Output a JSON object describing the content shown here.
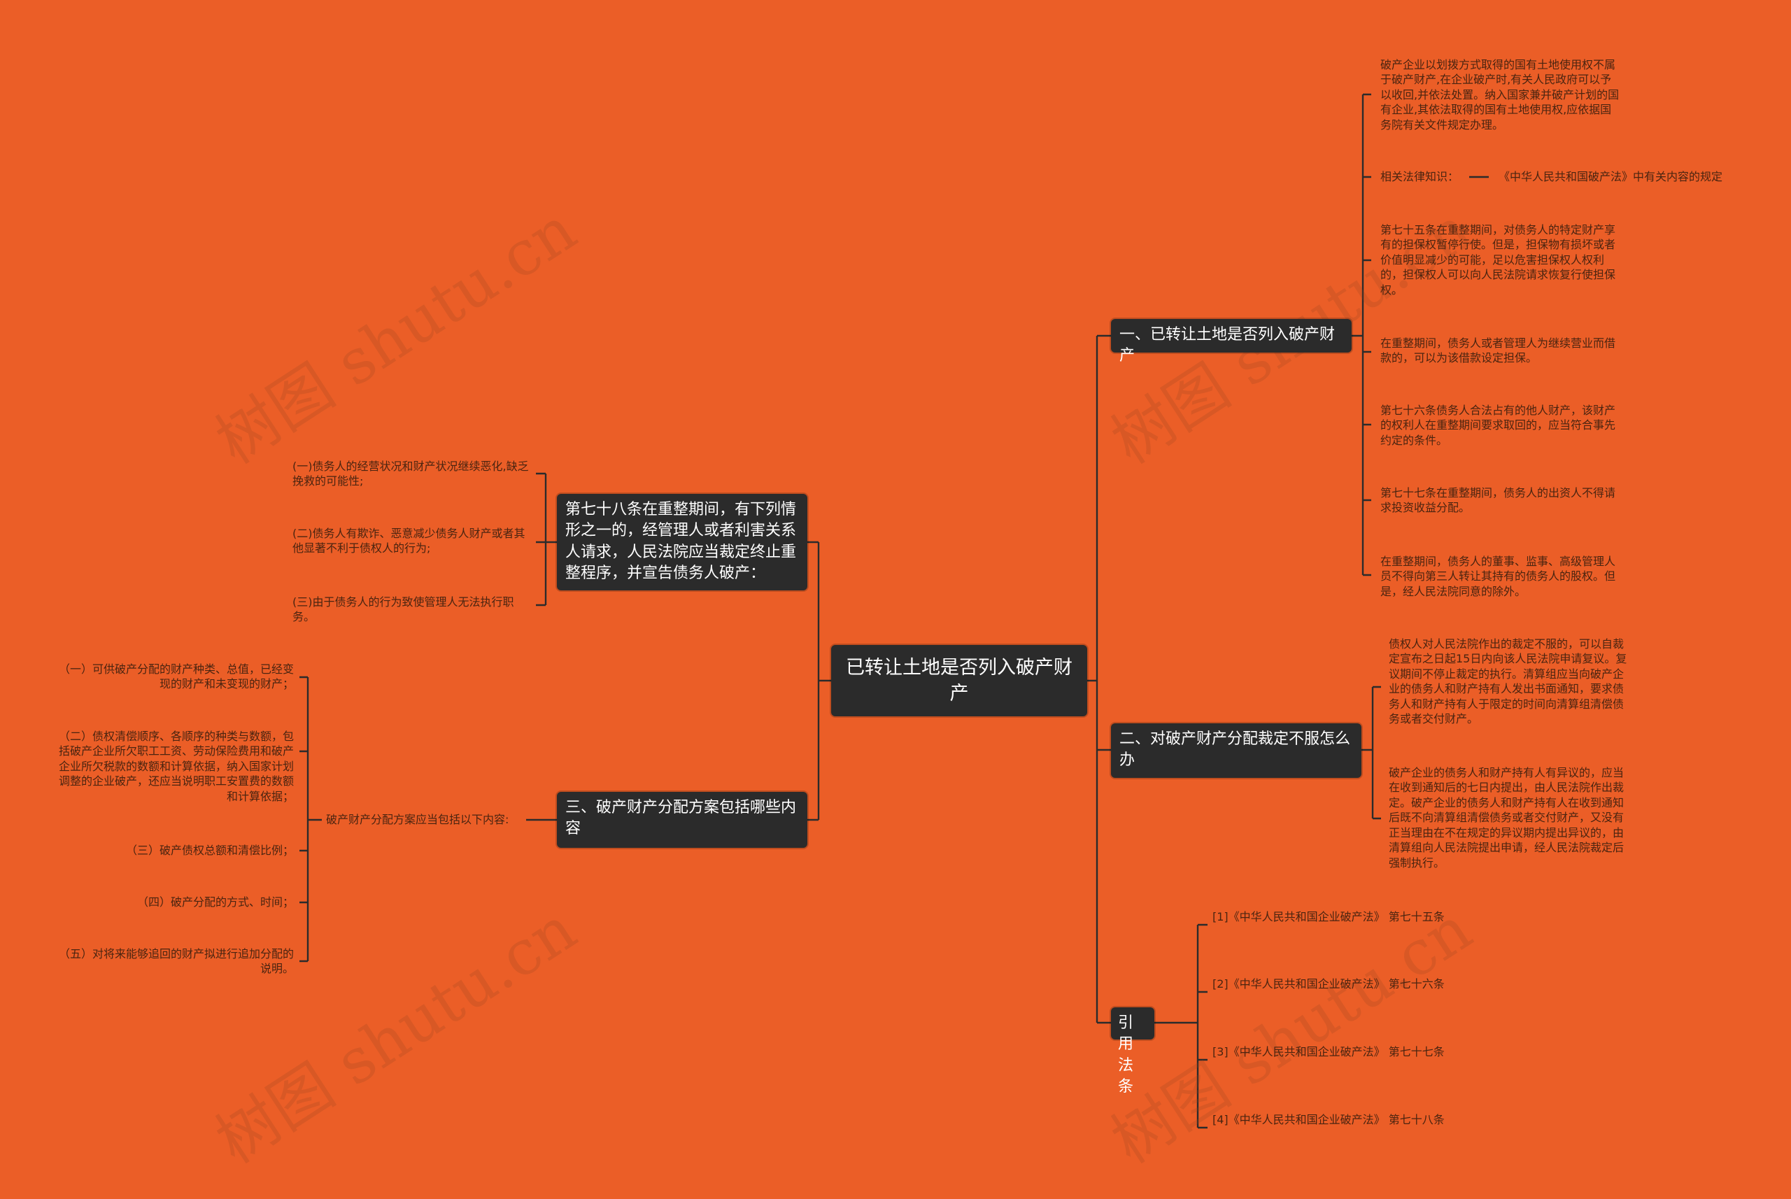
{
  "root": {
    "label": "已转让土地是否列入破产财产"
  },
  "branches": {
    "land": {
      "label": "一、已转让土地是否列入破产财产",
      "leaves": [
        "破产企业以划拨方式取得的国有土地使用权不属于破产财产,在企业破产时,有关人民政府可以予以收回,并依法处置。纳入国家兼并破产计划的国有企业,其依法取得的国有土地使用权,应依据国务院有关文件规定办理。",
        "相关法律知识：",
        "第七十五条在重整期间，对债务人的特定财产享有的担保权暂停行使。但是，担保物有损坏或者价值明显减少的可能，足以危害担保权人权利的，担保权人可以向人民法院请求恢复行使担保权。",
        "在重整期间，债务人或者管理人为继续营业而借款的，可以为该借款设定担保。",
        "第七十六条债务人合法占有的他人财产，该财产的权利人在重整期间要求取回的，应当符合事先约定的条件。",
        "第七十七条在重整期间，债务人的出资人不得请求投资收益分配。",
        "在重整期间，债务人的董事、监事、高级管理人员不得向第三人转让其持有的债务人的股权。但是，经人民法院同意的除外。"
      ],
      "law_note": "《中华人民共和国破产法》中有关内容的规定"
    },
    "objection": {
      "label": "二、对破产财产分配裁定不服怎么办",
      "leaves": [
        "债权人对人民法院作出的裁定不服的，可以自裁定宣布之日起15日内向该人民法院申请复议。复议期间不停止裁定的执行。清算组应当向破产企业的债务人和财产持有人发出书面通知，要求债务人和财产持有人于限定的时间向清算组清偿债务或者交付财产。",
        "破产企业的债务人和财产持有人有异议的，应当在收到通知后的七日内提出，由人民法院作出裁定。破产企业的债务人和财产持有人在收到通知后既不向清算组清偿债务或者交付财产，又没有正当理由在不在规定的异议期内提出异议的，由清算组向人民法院提出申请，经人民法院裁定后强制执行。"
      ]
    },
    "cite": {
      "label": "引用法条",
      "leaves": [
        "[1]《中华人民共和国企业破产法》 第七十五条",
        "[2]《中华人民共和国企业破产法》 第七十六条",
        "[3]《中华人民共和国企业破产法》 第七十七条",
        "[4]《中华人民共和国企业破产法》 第七十八条"
      ]
    },
    "art78": {
      "label": "第七十八条在重整期间，有下列情形之一的，经管理人或者利害关系人请求，人民法院应当裁定终止重整程序，并宣告债务人破产：",
      "leaves": [
        "(一)债务人的经营状况和财产状况继续恶化,缺乏挽救的可能性;",
        "(二)债务人有欺诈、恶意减少债务人财产或者其他显著不利于债权人的行为;",
        "(三)由于债务人的行为致使管理人无法执行职务。"
      ]
    },
    "plan": {
      "label": "三、破产财产分配方案包括哪些内容",
      "sub": "破产财产分配方案应当包括以下内容:",
      "leaves": [
        "（一）可供破产分配的财产种类、总值，已经变现的财产和未变现的财产；",
        "（二）债权清偿顺序、各顺序的种类与数额，包括破产企业所欠职工工资、劳动保险费用和破产企业所欠税款的数额和计算依据，纳入国家计划调整的企业破产，还应当说明职工安置费的数额和计算依据；",
        "（三）破产债权总额和清偿比例；",
        "（四）破产分配的方式、时间；",
        "（五）对将来能够追回的财产拟进行追加分配的说明。"
      ]
    }
  },
  "watermarks": [
    "树图 shutu.cn",
    "树图 shutu.cn",
    "树图 shutu.cn",
    "树图 shutu.cn"
  ],
  "colors": {
    "background": "#eb5e27",
    "node": "#2b2b2b",
    "line": "#2b2b2b"
  }
}
